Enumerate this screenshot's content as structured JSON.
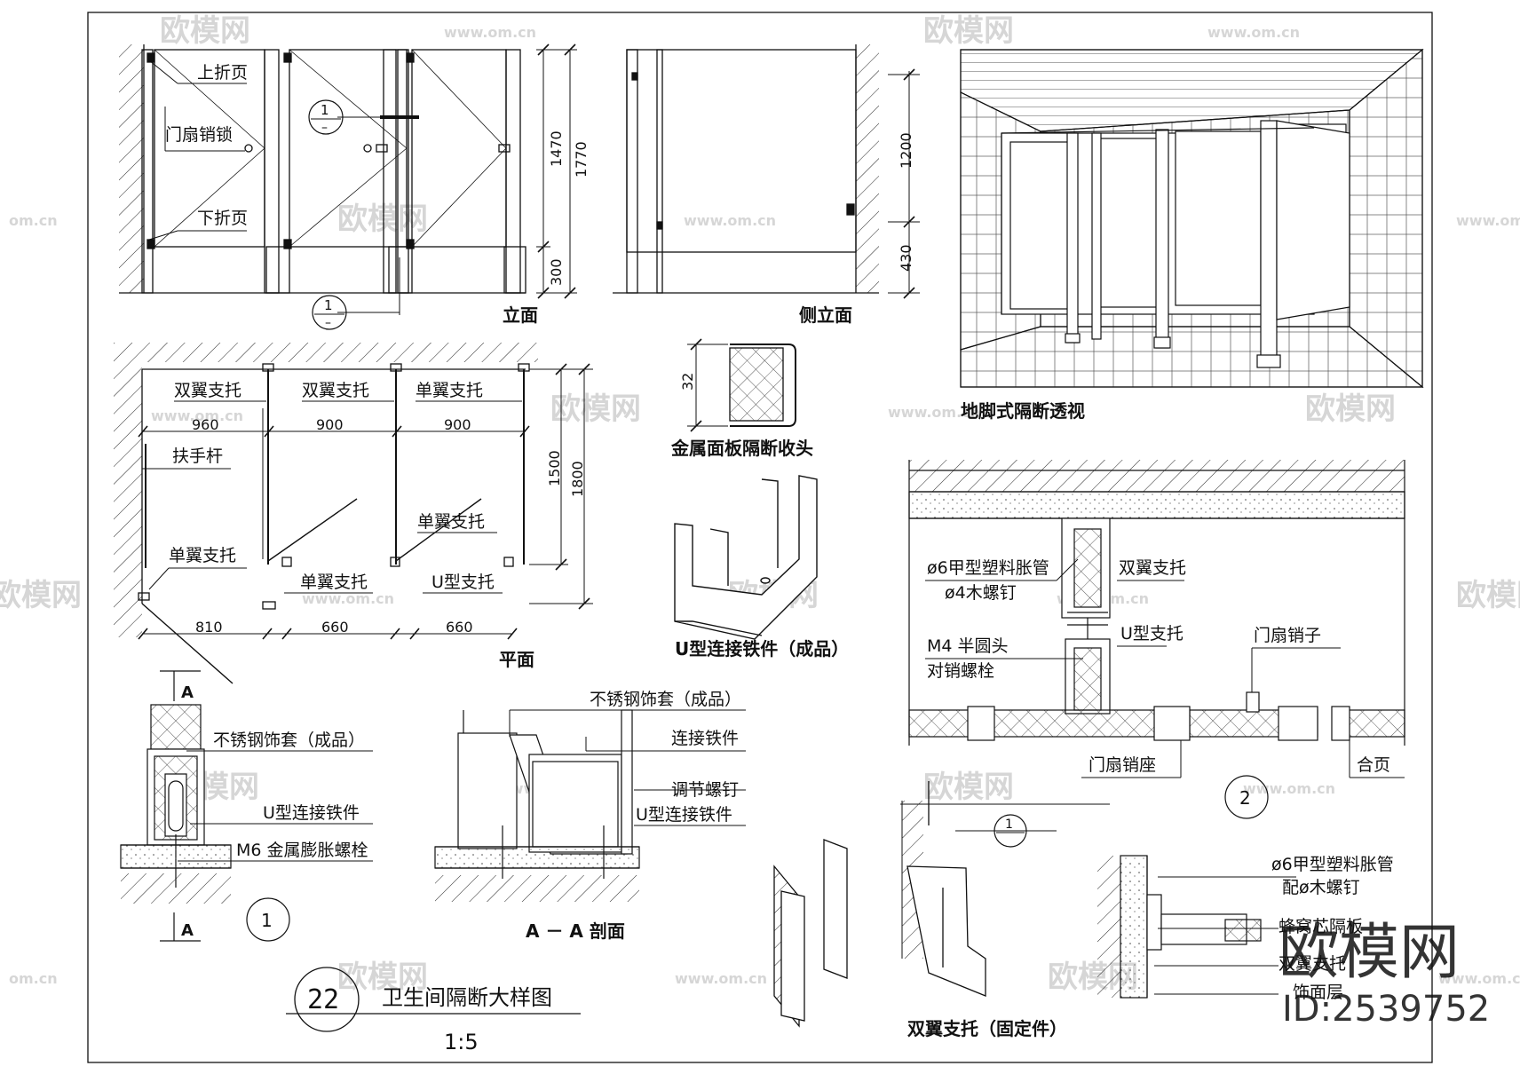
{
  "watermark": {
    "brand": "欧模网",
    "url": "www.om.cn",
    "short_url": "om.cn",
    "id": "ID:2539752"
  },
  "elevation": {
    "label_upper_hinge": "上折页",
    "label_door_lock": "门扇销锁",
    "label_lower_hinge": "下折页",
    "title": "立面",
    "dim_1470": "1470",
    "dim_1770": "1770",
    "dim_300": "300",
    "callout_num": "1"
  },
  "side_elevation": {
    "title": "侧立面",
    "dim_1200": "1200",
    "dim_430": "430"
  },
  "perspective": {
    "title": "地脚式隔断透视"
  },
  "plan": {
    "label_double_wing_1": "双翼支托",
    "label_double_wing_2": "双翼支托",
    "label_single_wing_1": "单翼支托",
    "label_handrail": "扶手杆",
    "label_single_wing_2": "单翼支托",
    "label_single_wing_3": "单翼支托",
    "label_single_wing_4": "单翼支托",
    "label_u_support": "U型支托",
    "dim_960": "960",
    "dim_900a": "900",
    "dim_900b": "900",
    "dim_1500": "1500",
    "dim_1800": "1800",
    "dim_810": "810",
    "dim_660a": "660",
    "dim_660b": "660",
    "title": "平面"
  },
  "panel_edge": {
    "dim_32": "32",
    "title": "金属面板隔断收头"
  },
  "u_connector": {
    "title": "U型连接铁件（成品）"
  },
  "detail2": {
    "label_anchor": "ø6甲型塑料胀管",
    "label_screw": "ø4木螺钉",
    "label_double_wing": "双翼支托",
    "label_u_support": "U型支托",
    "label_bolt_1": "M4 半圆头",
    "label_bolt_2": "对销螺栓",
    "label_door_pin": "门扇销子",
    "label_pin_seat": "门扇销座",
    "label_hinge": "合页",
    "callout_num": "2"
  },
  "detail1": {
    "section_mark": "A",
    "label_sleeve": "不锈钢饰套（成品）",
    "label_u_connector": "U型连接铁件",
    "label_bolt": "M6 金属膨胀螺栓",
    "callout_num": "1"
  },
  "section_aa": {
    "label_sleeve": "不锈钢饰套（成品）",
    "label_connector": "连接铁件",
    "label_adjust": "调节螺钉",
    "label_u_connector": "U型连接铁件",
    "title": "A － A 剖面"
  },
  "bracket": {
    "title": "双翼支托（固定件）",
    "callout_num": "1"
  },
  "wall_detail": {
    "label_anchor": "ø6甲型塑料胀管",
    "label_screw": "配ø木螺钉",
    "label_core": "蜂窝芯隔板",
    "label_bracket": "双翼支托",
    "label_finish": "饰面层"
  },
  "title_block": {
    "number": "22",
    "title": "卫生间隔断大样图",
    "scale": "1:5"
  }
}
